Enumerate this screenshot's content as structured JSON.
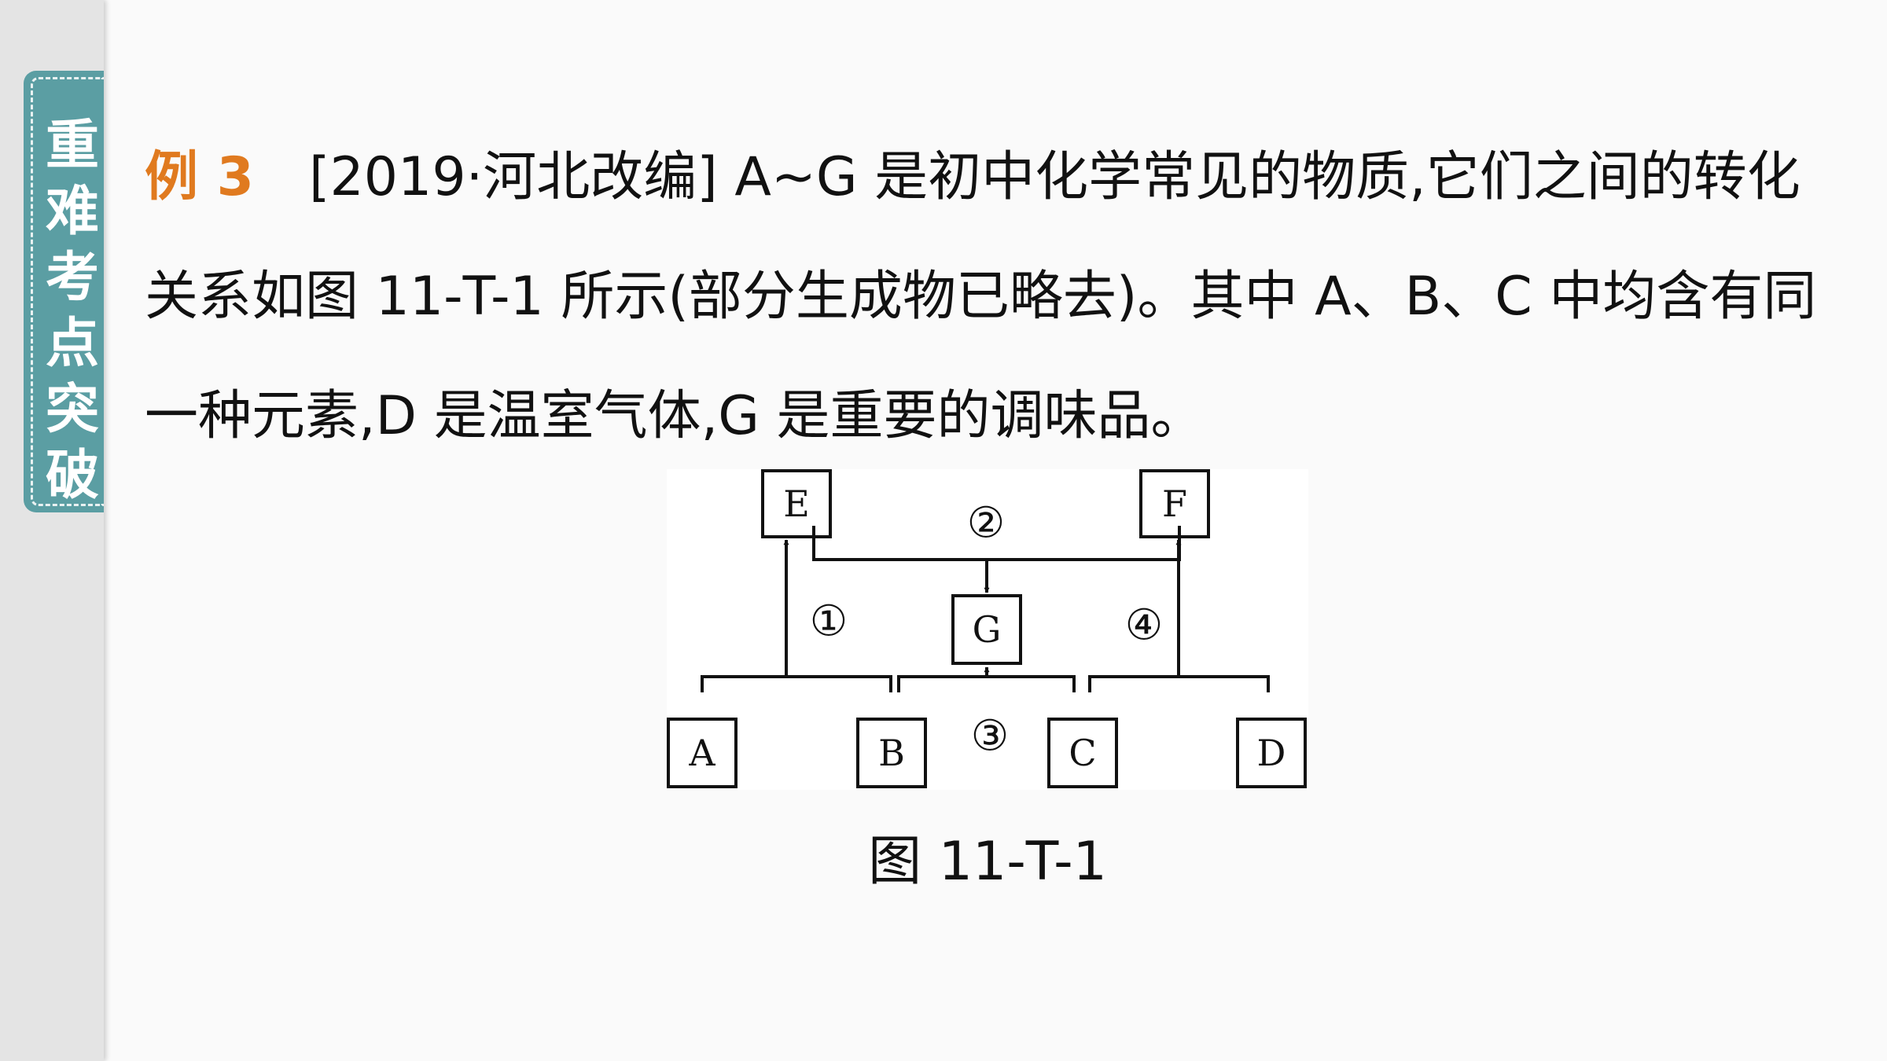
{
  "sidebar": {
    "label": "重难考点突破"
  },
  "problem": {
    "label": "例 3",
    "text": "[2019·河北改编] A~G 是初中化学常见的物质,它们之间的转化关系如图 11-T-1 所示(部分生成物已略去)。其中 A、B、C 中均含有同一种元素,D 是温室气体,G 是重要的调味品。"
  },
  "figure": {
    "caption": "图 11-T-1",
    "nodes": [
      "E",
      "F",
      "G",
      "A",
      "B",
      "C",
      "D"
    ],
    "reactions": [
      "①",
      "②",
      "③",
      "④"
    ]
  }
}
